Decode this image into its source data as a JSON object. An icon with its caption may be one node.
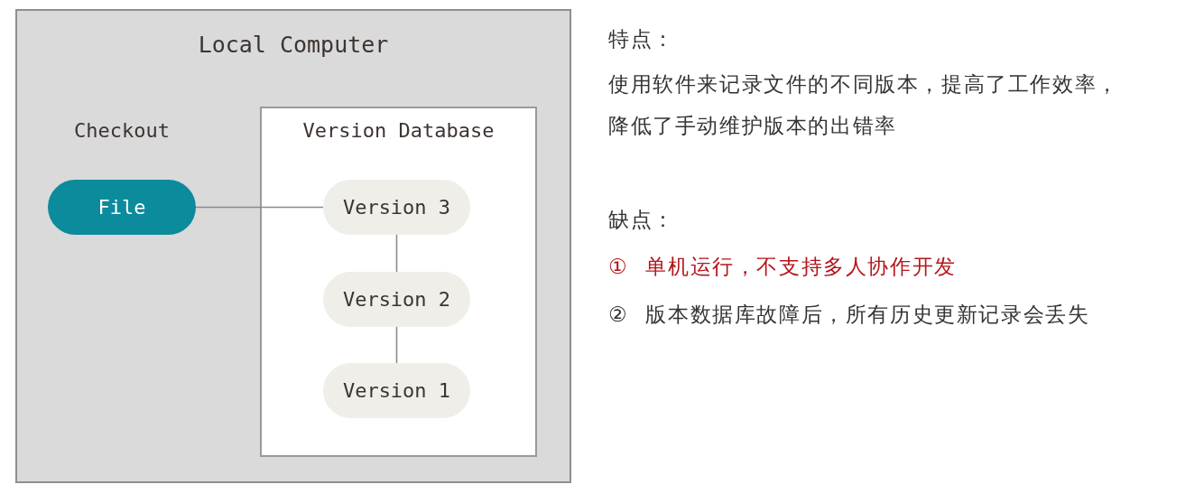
{
  "diagram": {
    "nodes": [
      {
        "text": [
          "Local Computer"
        ]
      },
      {
        "text": [
          "File"
        ],
        "in": 0,
        "beside": [
          "Checkout"
        ]
      },
      {
        "text": [
          "Version Database"
        ],
        "in": 0
      },
      {
        "text": [
          "Version 3"
        ],
        "in": 2
      },
      {
        "text": [
          "Version 2"
        ],
        "in": 2
      },
      {
        "text": [
          "Version 1"
        ],
        "in": 2
      }
    ],
    "edges": [
      {
        "from": 1,
        "to": 3,
        "arrow": "none"
      },
      {
        "from": 3,
        "to": 4,
        "arrow": "none"
      },
      {
        "from": 4,
        "to": 5,
        "arrow": "none"
      }
    ],
    "labels": [
      "特点：",
      "使用软件来记录文件的不同版本，提高了工作效率，降低了手动维护版本的出错率",
      "缺点：",
      "① 单机运行，不支持多人协作开发",
      "② 版本数据库故障后，所有历史更新记录会丢失"
    ]
  }
}
